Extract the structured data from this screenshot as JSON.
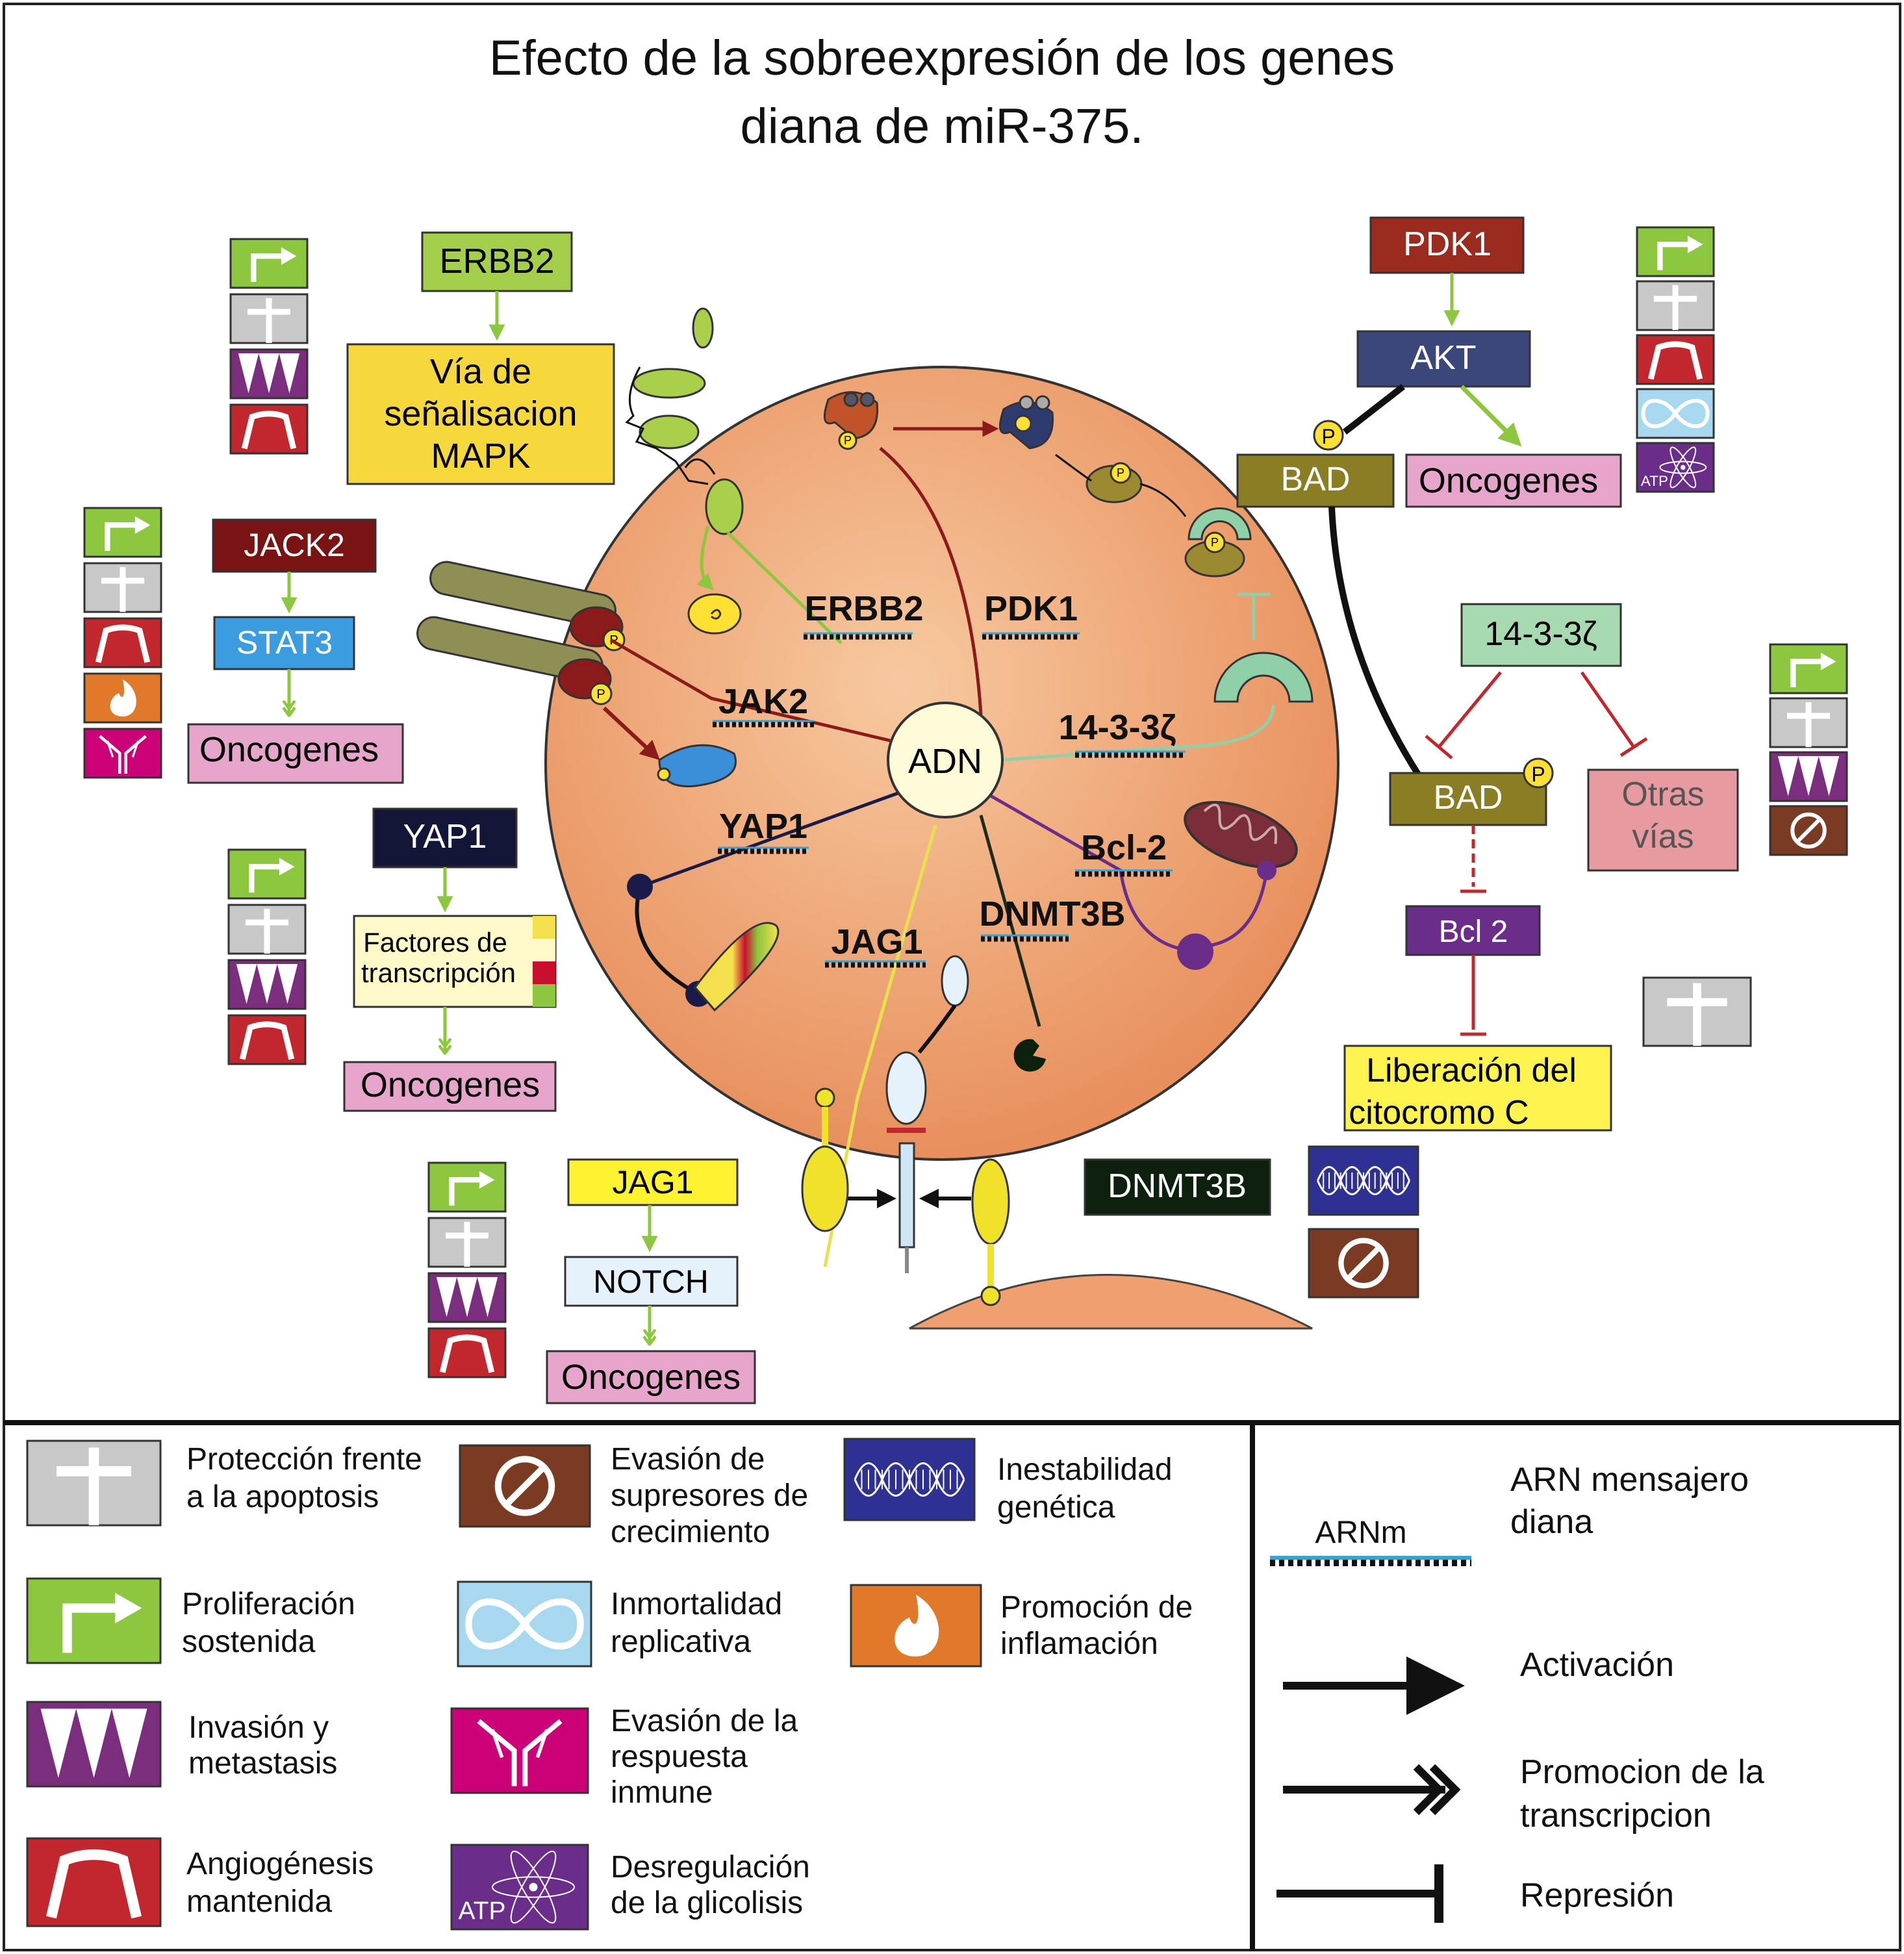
{
  "title": {
    "line1": "Efecto de la sobreexpresión de los genes",
    "line2": "diana de miR-375."
  },
  "center": {
    "label": "ADN"
  },
  "mrna_labels": {
    "erbb2": "ERBB2",
    "pdk1": "PDK1",
    "jak2": "JAK2",
    "yap1": "YAP1",
    "jag1": "JAG1",
    "dnmt3b": "DNMT3B",
    "bcl2": "Bcl-2",
    "f1433": "14-3-3ζ"
  },
  "phospho": "P",
  "boxes": {
    "erbb2": "ERBB2",
    "mapk1": "Vía de",
    "mapk2": "señalisacion",
    "mapk3": "MAPK",
    "jack2": "JACK2",
    "stat3": "STAT3",
    "onco_stat3": "Oncogenes",
    "yap1": "YAP1",
    "tf1": "Factores de",
    "tf2": "transcripción",
    "onco_yap1": "Oncogenes",
    "jag1": "JAG1",
    "notch": "NOTCH",
    "onco_notch": "Oncogenes",
    "pdk1": "PDK1",
    "akt": "AKT",
    "bad_top": "BAD",
    "onco_akt": "Oncogenes",
    "f1433": "14-3-3ζ",
    "bad_mid": "BAD",
    "otras1": "Otras",
    "otras2": "vías",
    "bcl2": "Bcl 2",
    "lib1": "Liberación del",
    "lib2": "citocromo C",
    "dnmt3b": "DNMT3B"
  },
  "atp_label": "ATP",
  "legend": {
    "apoptosis": [
      "Protección frente",
      "a la apoptosis"
    ],
    "growth_suppressors": [
      "Evasión de",
      "supresores de",
      "crecimiento"
    ],
    "genetic": [
      "Inestabilidad",
      "genética"
    ],
    "proliferation": [
      "Proliferación",
      "sostenida"
    ],
    "immortality": [
      "Inmortalidad",
      "replicativa"
    ],
    "inflammation": [
      "Promoción de",
      "inflamación"
    ],
    "invasion": [
      "Invasión y",
      "metastasis"
    ],
    "immune": [
      "Evasión de la",
      "respuesta",
      "inmune"
    ],
    "angiogenesis": [
      "Angiogénesis",
      "mantenida"
    ],
    "glycolysis": [
      "Desregulación",
      "de la glicolisis"
    ],
    "arnm_tag": "ARNm",
    "arnm": [
      "ARN mensajero",
      "diana"
    ],
    "activation": "Activación",
    "transcription": [
      "Promocion de la",
      "transcripcion"
    ],
    "repression": "Represión"
  },
  "colors": {
    "proliferation": "#8dc63f",
    "apoptosis": "#c8c8c8",
    "invasion": "#7b2d7e",
    "angiogenesis": "#c1272d",
    "immortality": "#a7d8f0",
    "glycolysis": "#6a2e8a",
    "inflammation": "#e07a2a",
    "immune": "#cc0077",
    "suppressors": "#7b3a22",
    "genetic": "#2e3192",
    "cell": "#f2a36e",
    "activation_arrow": "#8dc63f",
    "repression_line": "#c1272d"
  }
}
